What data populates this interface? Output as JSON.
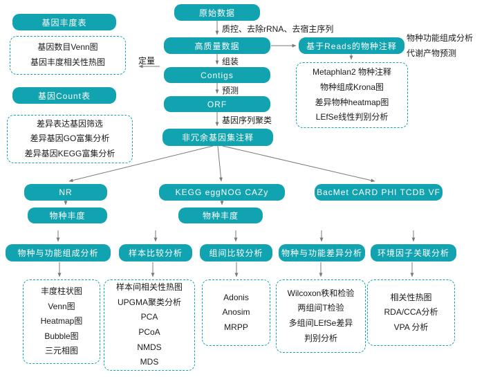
{
  "colors": {
    "teal": "#12a3b1",
    "arrow": "#7a7a7a",
    "text": "#1a1a1a"
  },
  "pipeline": {
    "raw_data": "原始数据",
    "qc_label": "质控、去除rRNA、去宿主序列",
    "hq_data": "高质量数据",
    "assembly_label": "组装",
    "contigs": "Contigs",
    "predict_label": "预测",
    "orf": "ORF",
    "cluster_label": "基因序列聚类",
    "nonredundant": "非冗余基因集注释"
  },
  "left_branch": {
    "quant_label": "定量",
    "gene_abundance": "基因丰度表",
    "gene_analysis": [
      "基因数目Venn图",
      "基因丰度相关性热图"
    ],
    "gene_count": "基因Count表",
    "diff_analysis": [
      "差异表达基因筛选",
      "差异基因GO富集分析",
      "差异基因KEGG富集分析"
    ]
  },
  "reads_branch": {
    "title": "基于Reads的物种注释",
    "notes": [
      "物种功能组成分析",
      "代谢产物预测"
    ],
    "items": [
      "Metaphlan2 物种注释",
      "物种组成Krona图",
      "差异物种heatmap图",
      "LEfSe线性判别分析"
    ]
  },
  "annotation_dbs": {
    "nr": "NR",
    "kegg": "KEGG eggNOG CAZy",
    "bacmet": "BacMet CARD PHI TCDB VF",
    "nr_abundance": "物种丰度",
    "kegg_abundance": "物种丰度"
  },
  "analysis": {
    "categories": [
      "物种与功能组成分析",
      "样本比较分析",
      "组间比较分析",
      "物种与功能差异分析",
      "环境因子关联分析"
    ],
    "results": [
      [
        "丰度柱状图",
        "Venn图",
        "Heatmap图",
        "Bubble图",
        "三元相图"
      ],
      [
        "样本间相关性热图",
        "UPGMA聚类分析",
        "PCA",
        "PCoA",
        "NMDS",
        "MDS"
      ],
      [
        "Adonis",
        "Anosim",
        "MRPP"
      ],
      [
        "Wilcoxon秩和检验",
        "两组间T检验",
        "多组间LEfSe差异",
        "判别分析"
      ],
      [
        "相关性热图",
        "RDA/CCA分析",
        "VPA 分析"
      ]
    ]
  }
}
